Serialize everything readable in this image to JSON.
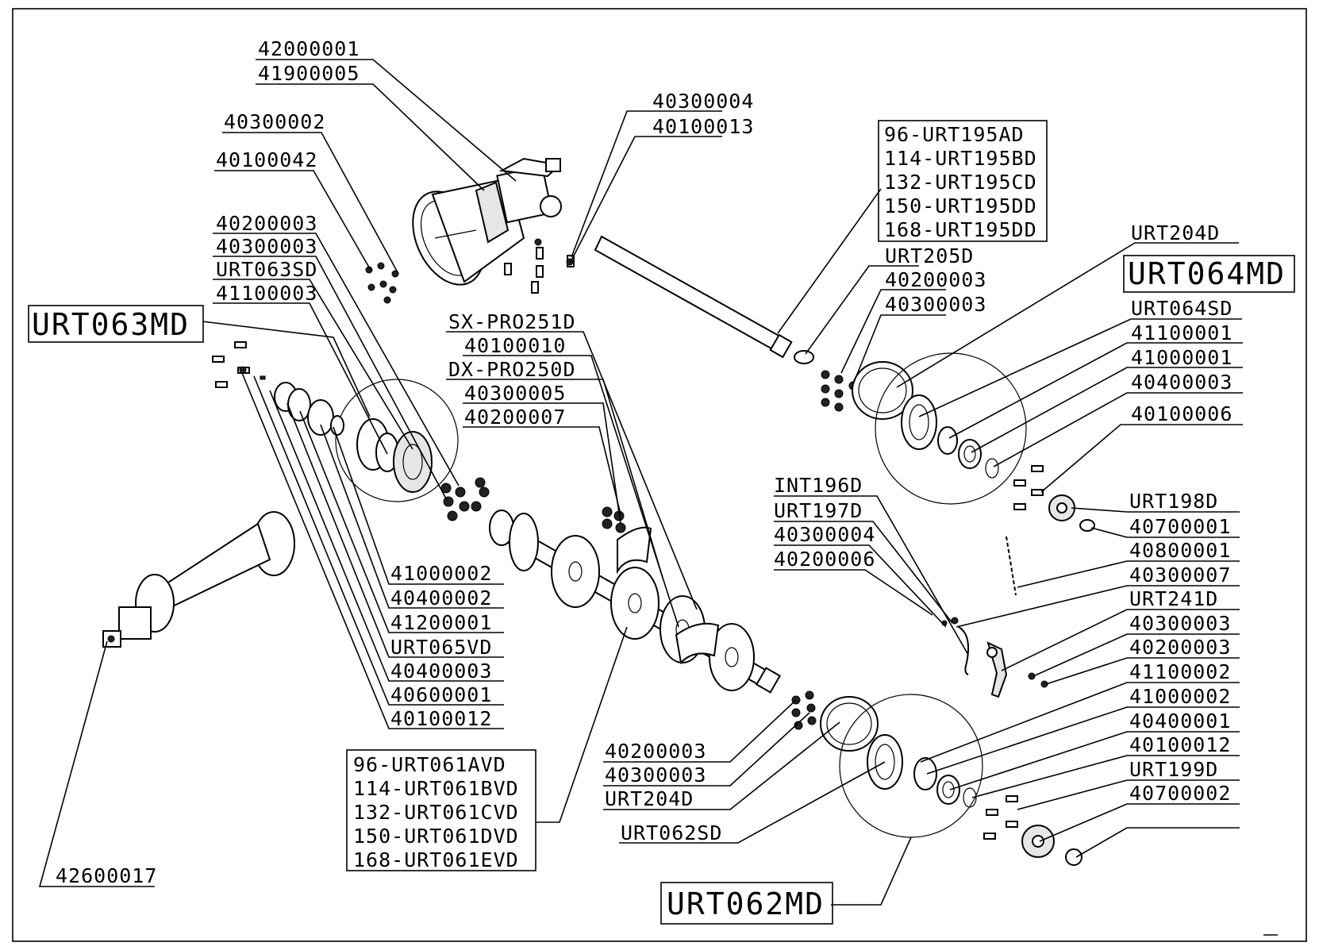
{
  "labels": {
    "l42000001": "42000001",
    "l41900005": "41900005",
    "l40300002": "40300002",
    "l40100042": "40100042",
    "l40200003a": "40200003",
    "l40300003a": "40300003",
    "lURT063SD": "URT063SD",
    "l41100003": "41100003",
    "lURT063MD": "URT063MD",
    "l40300004a": "40300004",
    "l40100013": "40100013",
    "lSXPRO251D": "SX-PRO251D",
    "l40100010": "40100010",
    "lDXPRO250D": "DX-PRO250D",
    "l40300005": "40300005",
    "l40200007": "40200007",
    "l41000002a": "41000002",
    "l40400002": "40400002",
    "l41200001": "41200001",
    "lURT065VD": "URT065VD",
    "l40400003a": "40400003",
    "l40600001": "40600001",
    "l40100012a": "40100012",
    "l42600017": "42600017",
    "lURT205D": "URT205D",
    "l40200003b": "40200003",
    "l40300003b": "40300003",
    "lURT204Da": "URT204D",
    "lURT064MD": "URT064MD",
    "lURT064SD": "URT064SD",
    "l41100001": "41100001",
    "l41000001": "41000001",
    "l40400003b": "40400003",
    "l40100006": "40100006",
    "lINT196D": "INT196D",
    "lURT197D": "URT197D",
    "l40300004b": "40300004",
    "l40200006": "40200006",
    "lURT198D": "URT198D",
    "l40700001": "40700001",
    "l40800001": "40800001",
    "l40300007": "40300007",
    "lURT241D": "URT241D",
    "l40300003c": "40300003",
    "l40200003c": "40200003",
    "l41100002": "41100002",
    "l41000002b": "41000002",
    "l40400001": "40400001",
    "l40100012b": "40100012",
    "lURT199D": "URT199D",
    "l40700002": "40700002",
    "l40200003d": "40200003",
    "l40300003d": "40300003",
    "lURT204Db": "URT204D",
    "lURT062SD": "URT062SD",
    "lURT062MD": "URT062MD"
  },
  "shaft_box": [
    "96-URT195AD",
    "114-URT195BD",
    "132-URT195CD",
    "150-URT195DD",
    "168-URT195DD"
  ],
  "rotor_box": [
    "96-URT061AVD",
    "114-URT061BVD",
    "132-URT061CVD",
    "150-URT061DVD",
    "168-URT061EVD"
  ]
}
